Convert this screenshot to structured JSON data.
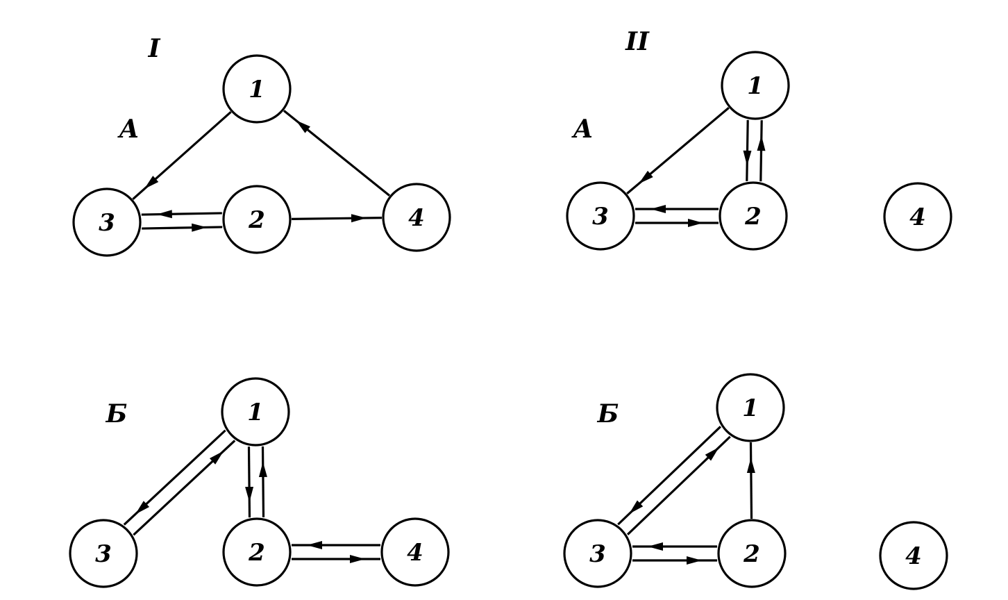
{
  "colors": {
    "ink": "#000000",
    "background": "#ffffff"
  },
  "panels": [
    {
      "id": "IA",
      "roman": "I",
      "letter": "А",
      "nodes": [
        {
          "id": "1",
          "label": "1"
        },
        {
          "id": "2",
          "label": "2"
        },
        {
          "id": "3",
          "label": "3"
        },
        {
          "id": "4",
          "label": "4"
        }
      ],
      "edges": [
        {
          "from": "1",
          "to": "3"
        },
        {
          "from": "4",
          "to": "1"
        },
        {
          "from": "3",
          "to": "2"
        },
        {
          "from": "2",
          "to": "3"
        },
        {
          "from": "2",
          "to": "4"
        }
      ]
    },
    {
      "id": "IIA",
      "roman": "II",
      "letter": "А",
      "nodes": [
        {
          "id": "1",
          "label": "1"
        },
        {
          "id": "2",
          "label": "2"
        },
        {
          "id": "3",
          "label": "3"
        },
        {
          "id": "4",
          "label": "4"
        }
      ],
      "edges": [
        {
          "from": "1",
          "to": "3"
        },
        {
          "from": "1",
          "to": "2"
        },
        {
          "from": "2",
          "to": "1"
        },
        {
          "from": "3",
          "to": "2"
        },
        {
          "from": "2",
          "to": "3"
        }
      ]
    },
    {
      "id": "IB",
      "roman": "",
      "letter": "Б",
      "nodes": [
        {
          "id": "1",
          "label": "1"
        },
        {
          "id": "2",
          "label": "2"
        },
        {
          "id": "3",
          "label": "3"
        },
        {
          "id": "4",
          "label": "4"
        }
      ],
      "edges": [
        {
          "from": "1",
          "to": "3"
        },
        {
          "from": "3",
          "to": "1"
        },
        {
          "from": "1",
          "to": "2"
        },
        {
          "from": "2",
          "to": "1"
        },
        {
          "from": "2",
          "to": "4"
        },
        {
          "from": "4",
          "to": "2"
        }
      ]
    },
    {
      "id": "IIB",
      "roman": "",
      "letter": "Б",
      "nodes": [
        {
          "id": "1",
          "label": "1"
        },
        {
          "id": "2",
          "label": "2"
        },
        {
          "id": "3",
          "label": "3"
        },
        {
          "id": "4",
          "label": "4"
        }
      ],
      "edges": [
        {
          "from": "1",
          "to": "3"
        },
        {
          "from": "3",
          "to": "1"
        },
        {
          "from": "2",
          "to": "1"
        },
        {
          "from": "3",
          "to": "2"
        },
        {
          "from": "2",
          "to": "3"
        }
      ]
    }
  ]
}
